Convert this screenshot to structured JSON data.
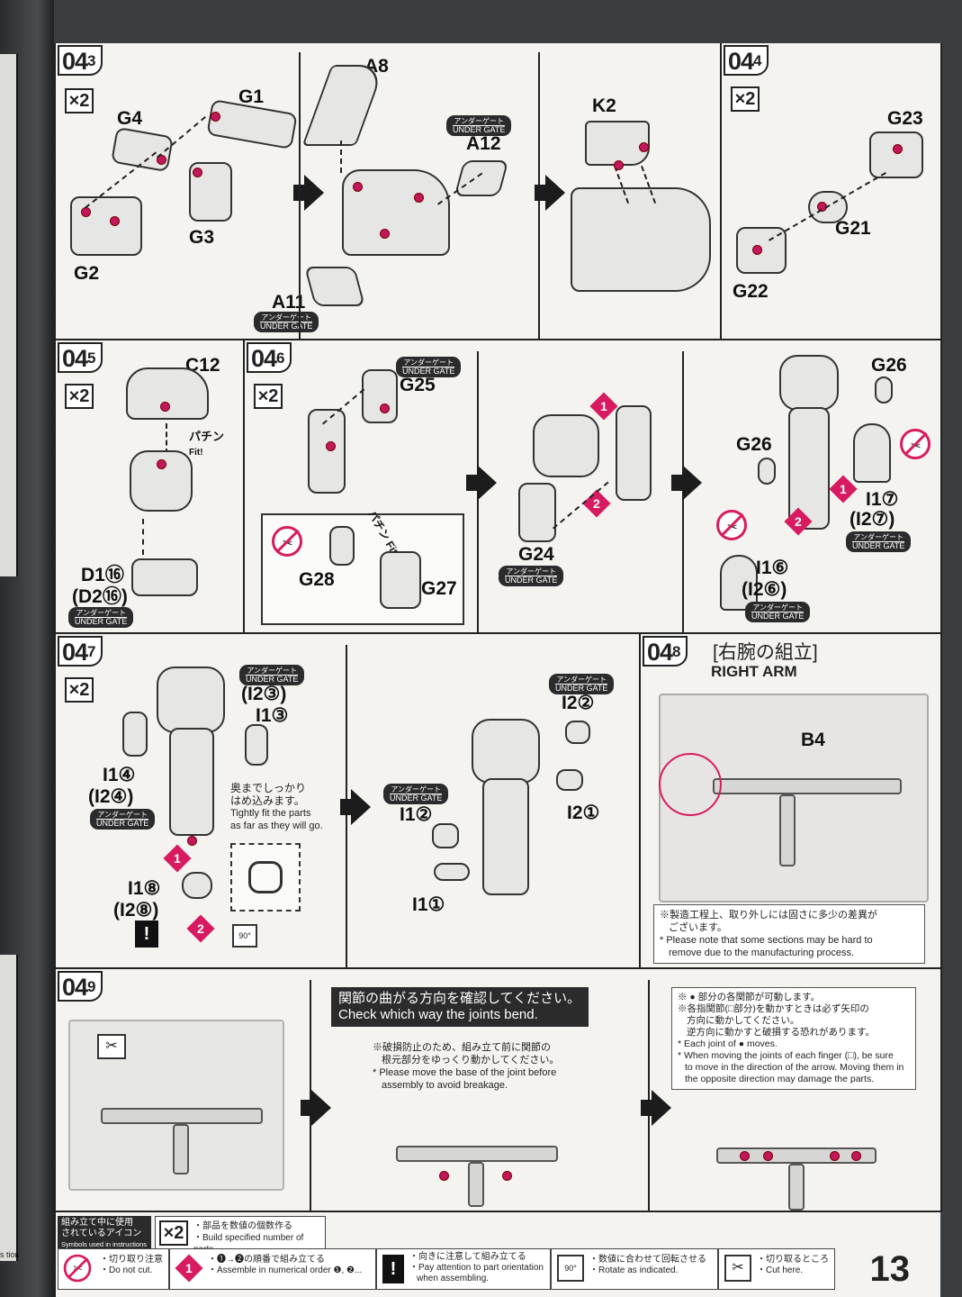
{
  "left_edge_text": "s\ntion",
  "steps": {
    "s043": {
      "num": "04",
      "sub": "3",
      "mult": "×2",
      "parts": {
        "g4": "G4",
        "g1": "G1",
        "g3": "G3",
        "g2": "G2",
        "a8": "A8",
        "a12": "A12",
        "a11": "A11"
      },
      "ug_jp": "アンダーゲート",
      "ug_en": "UNDER GATE"
    },
    "s043b": {
      "k2": "K2"
    },
    "s044": {
      "num": "04",
      "sub": "4",
      "mult": "×2",
      "parts": {
        "g23": "G23",
        "g21": "G21",
        "g22": "G22"
      }
    },
    "s045": {
      "num": "04",
      "sub": "5",
      "mult": "×2",
      "c12": "C12",
      "fit_jp": "パチン",
      "fit_en": "Fit!",
      "d1": "D1⑯",
      "d2": "(D2⑯)"
    },
    "s046": {
      "num": "04",
      "sub": "6",
      "mult": "×2",
      "g25": "G25",
      "g28": "G28",
      "g27": "G27",
      "g24": "G24",
      "fit_jp": "パチン",
      "fit_en": "Fit!",
      "g26a": "G26",
      "g26b": "G26",
      "i17": "I1⑦",
      "i27": "(I2⑦)",
      "i16": "I1⑥",
      "i26": "(I2⑥)"
    },
    "s047": {
      "num": "04",
      "sub": "7",
      "mult": "×2",
      "i23": "(I2③)",
      "i13": "I1③",
      "i14": "I1④",
      "i24": "(I2④)",
      "tight_jp1": "奥までしっかり",
      "tight_jp2": "はめ込みます。",
      "tight_en1": "Tightly fit the parts",
      "tight_en2": "as far as they will go.",
      "i18": "I1⑧",
      "i28": "(I2⑧)",
      "deg": "90°",
      "i22": "I2②",
      "i12": "I1②",
      "i21": "I2①",
      "i11": "I1①"
    },
    "s048": {
      "num": "04",
      "sub": "8",
      "title_jp": "[右腕の組立]",
      "title_en": "RIGHT ARM",
      "b4": "B4",
      "note_jp1": "※製造工程上、取り外しには固さに多少の差異が",
      "note_jp2": "ございます。",
      "note_en1": "* Please note that some sections may be hard to",
      "note_en2": "remove due to the manufacturing process."
    },
    "s049": {
      "num": "04",
      "sub": "9",
      "title_jp": "関節の曲がる方向を確認してください。",
      "title_en": "Check which way the joints bend.",
      "note1_jp1": "※破損防止のため、組み立て前に関節の",
      "note1_jp2": "根元部分をゆっくり動かしてください。",
      "note1_en1": "* Please move the base of the joint before",
      "note1_en2": "assembly to avoid breakage.",
      "note2_jp1": "※ ● 部分の各関節が可動します。",
      "note2_jp2": "※各指関節(□部分)を動かすときは必ず矢印の",
      "note2_jp3": "方向に動かしてください。",
      "note2_jp4": "逆方向に動かすと破損する恐れがあります。",
      "note2_en1": "* Each joint of ● moves.",
      "note2_en2": "* When moving the joints of each finger (□), be sure",
      "note2_en3": "to move in the direction of the arrow. Moving them in",
      "note2_en4": "the opposite direction may damage the parts."
    }
  },
  "legend": {
    "title_jp1": "組み立て中に使用",
    "title_jp2": "されているアイコン",
    "title_en": "Symbols used in instructions",
    "x2_jp": "・部品を数値の個数作る",
    "x2_en": "・Build specified number of parts.",
    "nocut_jp": "・切り取り注意",
    "nocut_en": "・Do not cut.",
    "order_jp": "・❶→❷の順番で組み立てる",
    "order_en": "・Assemble in numerical order ❶, ❷...",
    "orient_jp": "・向きに注意して組み立てる",
    "orient_en1": "・Pay attention to part orientation",
    "orient_en2": "when assembling.",
    "rotate_jp": "・数値に合わせて回転させる",
    "rotate_en": "・Rotate as indicated.",
    "cut_jp": "・切り取るところ",
    "cut_en": "・Cut here.",
    "deg": "90°"
  },
  "page_number": "13",
  "colors": {
    "accent": "#d81b60",
    "ink": "#222222",
    "paper": "#f4f3f0"
  }
}
